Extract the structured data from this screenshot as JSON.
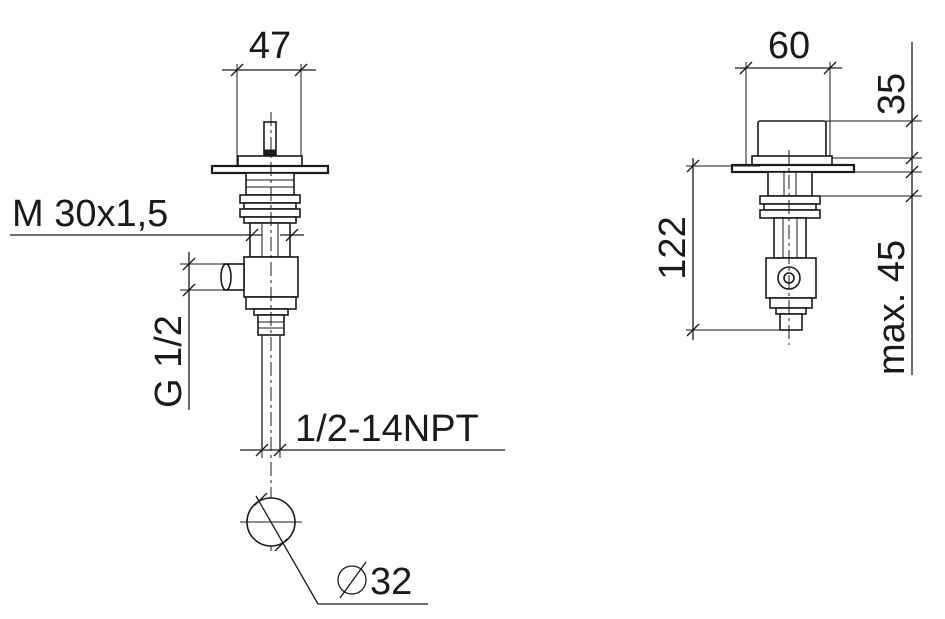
{
  "side_view": {
    "width_label": "47",
    "thread_label": "M 30x1,5",
    "inlet_label": "G 1/2",
    "npt_label": "1/2-14NPT",
    "hole_label": "32"
  },
  "front_view": {
    "width_label": "60",
    "height_top_label": "35",
    "height_total_label": "122",
    "max_thickness_label": "max. 45"
  },
  "colors": {
    "line": "#1a1a1a",
    "background": "#ffffff"
  }
}
